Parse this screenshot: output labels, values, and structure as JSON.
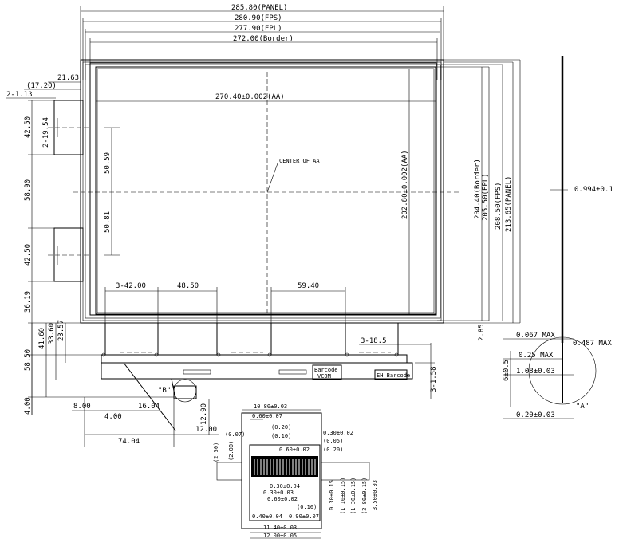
{
  "top_dims": [
    "285.80(PANEL)",
    "280.90(FPS)",
    "277.90(FPL)",
    "272.00(Border)"
  ],
  "left_dims": {
    "d17_20": "(17.20)",
    "d21_63": "21.63",
    "d2_1_13": "2-1.13",
    "d42_50a": "42.50",
    "d2_19_54": "2-19.54",
    "d58_90": "58.90",
    "d42_50b": "42.50",
    "d36_19": "36.19"
  },
  "inner": {
    "aa_width": "270.40±0.002(AA)",
    "center": "CENTER OF AA",
    "d50_59": "50.59",
    "d50_81": "50.81",
    "d3_42": "3-42.00",
    "d48_50": "48.50",
    "d59_40": "59.40"
  },
  "right_dims": [
    "202.80±0.002(AA)",
    "204.40(Border)",
    "205.50(FPL)",
    "208.50(FPS)",
    "213.65(PANEL)"
  ],
  "thickness": "0.994±0.1",
  "bottom": {
    "d58_50": "58.50",
    "d41_60": "41.60",
    "d33_60": "33.60",
    "d23_57": "23.57",
    "d4_00a": "4.00",
    "d8_00": "8.00",
    "d4_00b": "4.00",
    "d16_04": "16.04",
    "d74_04": "74.04",
    "d12_90": "12.90",
    "d12_00": "12.00",
    "d3_18_5": "3-18.5",
    "d3_1_58": "3-1.58",
    "d2_85": "2.85",
    "label_b": "\"B\"",
    "barcode1": "Barcode",
    "barcode1b": "VCOM",
    "barcode2": "EH Barcode"
  },
  "detail_a": {
    "d0_067": "0.067 MAX",
    "d0_487": "0.487 MAX",
    "d0_25": "0.25 MAX",
    "d1_08": "1.08±0.03",
    "d6_05": "6±0.5",
    "d0_20": "0.20±0.03",
    "label_a": "\"A\""
  },
  "detail_b": {
    "d10_80": "10.80±0.03",
    "d0_60a": "0.60±0.07",
    "d0_20p": "(0.20)",
    "d0_10p": "(0.10)",
    "d0_30": "0.30±0.02",
    "d0_05p": "(0.05)",
    "d0_07p": "(0.07)",
    "d2_00p": "(2.00)",
    "d2_50p": "(2.50)",
    "d0_60b": "0.60±0.02",
    "d0_20p2": "(0.20)",
    "d0_30b": "0.30±0.04",
    "d0_30c": "0.30±0.03",
    "d0_60c": "0.60±0.02",
    "d0_10p2": "(0.10)",
    "d0_40": "0.40±0.04",
    "d0_90": "0.90±0.07",
    "d11_40": "11.40±0.03",
    "d12_00": "12.00±0.05",
    "d0_30v": "0.30±0.15",
    "d1_10v": "(1.10±0.15)",
    "d1_30v": "(1.30±0.15)",
    "d2_80v": "(2.80±0.15)",
    "d3_50v": "3.50±0.03"
  }
}
